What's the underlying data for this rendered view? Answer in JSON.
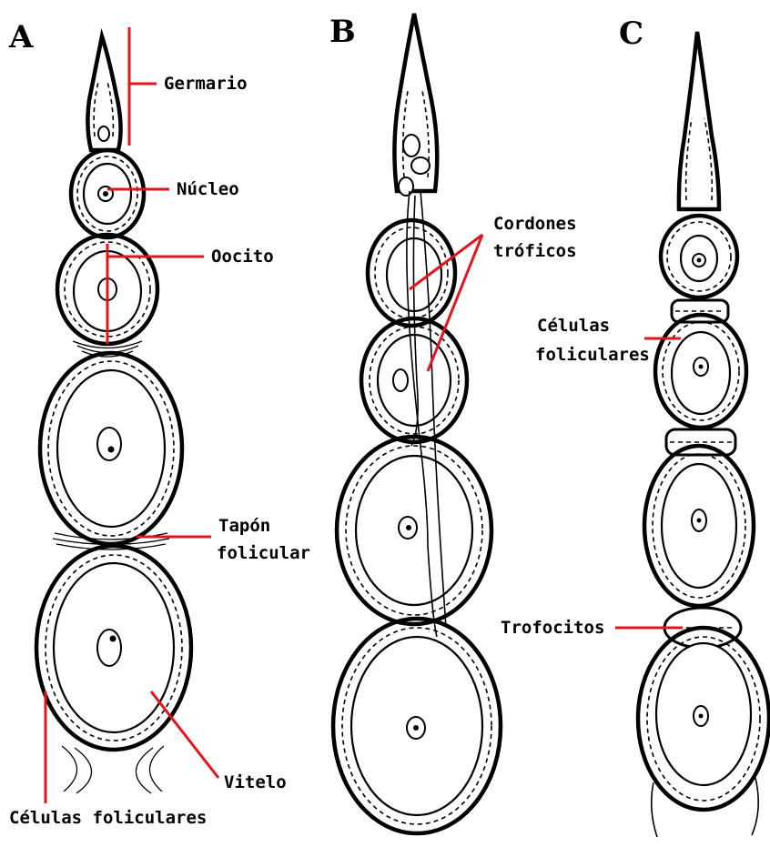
{
  "panels": {
    "a": "A",
    "b": "B",
    "c": "C"
  },
  "labels": {
    "germario": "Germario",
    "nucleo": "Núcleo",
    "oocito": "Oocito",
    "tapon_line1": "Tapón",
    "tapon_line2": "folicular",
    "vitelo": "Vitelo",
    "celulas_foliculares_a": "Células foliculares",
    "cordones_line1": "Cordones",
    "cordones_line2": "tróficos",
    "celulas_c_line1": "Células",
    "celulas_c_line2": "foliculares",
    "trofocitos": "Trofocitos"
  },
  "colors": {
    "leader": "#e0161e",
    "ink": "#000000",
    "background": "#ffffff"
  }
}
